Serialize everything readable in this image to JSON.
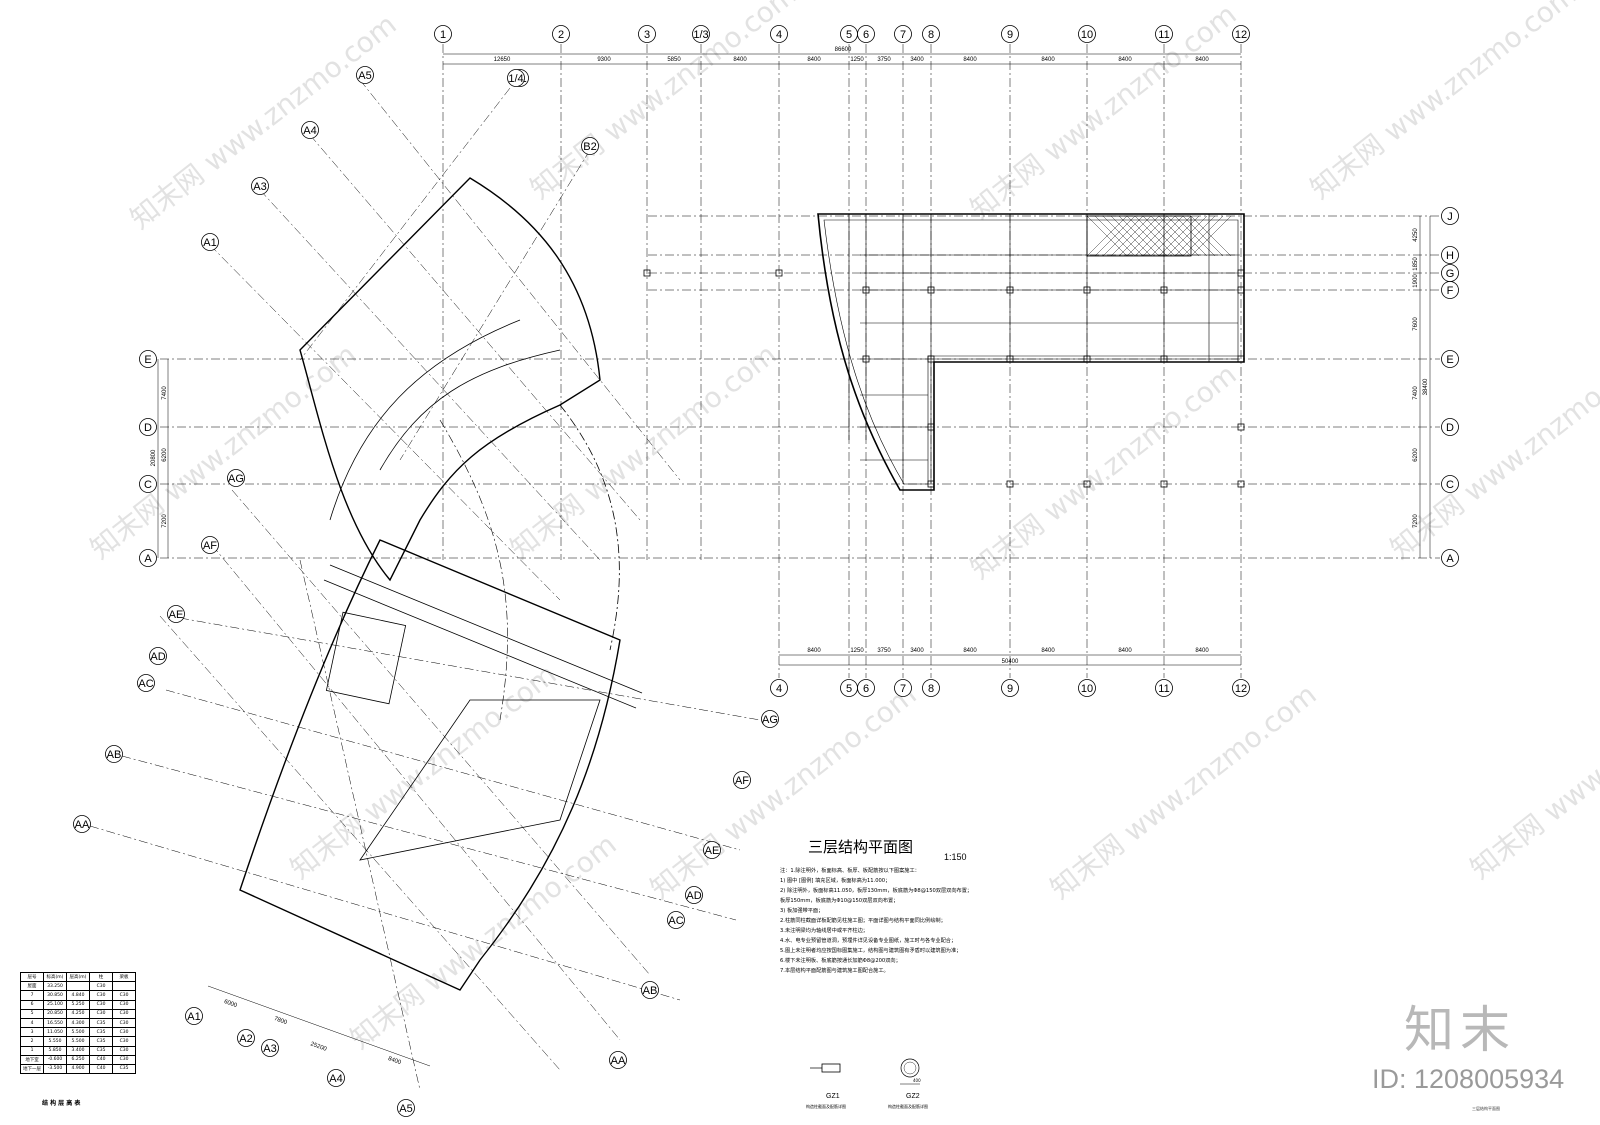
{
  "drawing": {
    "title": "三层结构平面图",
    "scale": "1:150",
    "corner_title": "三层结构平面图"
  },
  "axes": {
    "top_columns": [
      "1",
      "2",
      "3",
      "1/3",
      "4",
      "5",
      "6",
      "7",
      "8",
      "9",
      "10",
      "11",
      "12"
    ],
    "bottom_columns": [
      "4",
      "5",
      "6",
      "7",
      "8",
      "9",
      "10",
      "11",
      "12"
    ],
    "rows": [
      "J",
      "H",
      "G",
      "F",
      "E",
      "D",
      "C",
      "A"
    ],
    "left_rows": [
      "E",
      "D",
      "C",
      "A"
    ],
    "wing_upper": [
      "A5",
      "A4",
      "A3",
      "A1",
      "B1",
      "B2"
    ],
    "wing_lower_left": [
      "AF",
      "AE",
      "AD",
      "AC",
      "AB",
      "AA"
    ],
    "wing_lower_right": [
      "AG",
      "AF",
      "AE",
      "AD",
      "AC",
      "AB",
      "AA"
    ],
    "bottom_wing": [
      "A1",
      "A2",
      "A3",
      "A4",
      "A5"
    ],
    "misc": [
      "AG",
      "1/4"
    ]
  },
  "dimensions": {
    "top_total": "86600",
    "top_spans": [
      "12650",
      "9300",
      "5850",
      "8400",
      "8400",
      "1250",
      "3750",
      "3400",
      "8400",
      "8400",
      "8400",
      "8400"
    ],
    "bottom_total": "50400",
    "bottom_spans": [
      "8400",
      "1250",
      "3750",
      "3400",
      "8400",
      "8400",
      "8400",
      "8400"
    ],
    "right_total": "38400",
    "right_spans": [
      "4250",
      "1850",
      "1900",
      "7600",
      "7400",
      "6200",
      "7200"
    ],
    "left_total": "20800",
    "left_spans": [
      "7400",
      "6200",
      "7200"
    ],
    "wing_bottom_total": "25200",
    "wing_bottom_spans": [
      "6000",
      "7800",
      "8400"
    ]
  },
  "notes": [
    "注：1.除注明外，板面标高、板厚、板配筋按以下图案施工：",
    "1) 图中 [图例] 填充区域，板面标高为11.000；",
    "2) 除注明外，板面标高11.050，板厚130mm，板底筋为Φ8@150双层双向布置；",
    "板厚150mm，板底筋为Φ10@150双层双向布置；",
    "3) 板加强带平面；",
    "2.柱筋同柱截面详板配筋见柱施工图；平面详图与结构平面同比例绘制；",
    "3.未注明梁均为轴线居中或平齐柱边；",
    "4.水、电专业预留管道洞，预埋件详见设备专业图纸，施工时与各专业配合；",
    "5.图上未注明者均应按国标图集施工，结构图与建筑图有矛盾时以建筑图为准；",
    "6.楼下未注明板、板底筋按通长加筋Φ8@200双向；",
    "7.本层结构平面配筋图与建筑施工图配合施工。"
  ],
  "legend": {
    "caption": "结 构 层 高 表",
    "header": [
      "层号",
      "标高(m)",
      "层高(m)",
      "柱",
      "梁板"
    ],
    "rows": [
      [
        "屋面",
        "33.250",
        "",
        "C30",
        ""
      ],
      [
        "7",
        "30.850",
        "4.840",
        "C30",
        "C30"
      ],
      [
        "6",
        "25.100",
        "5.250",
        "C30",
        "C30"
      ],
      [
        "5",
        "20.850",
        "4.250",
        "C30",
        "C30"
      ],
      [
        "4",
        "16.550",
        "4.300",
        "C35",
        "C30"
      ],
      [
        "3",
        "11.050",
        "5.500",
        "C35",
        "C30"
      ],
      [
        "2",
        "5.550",
        "5.500",
        "C35",
        "C30"
      ],
      [
        "1",
        "5.850",
        "3.400",
        "C35",
        "C30"
      ],
      [
        "地下室",
        "-0.600",
        "6.250",
        "C40",
        "C30"
      ],
      [
        "地下一层",
        "-3.500",
        "4.900",
        "C40",
        "C35"
      ]
    ]
  },
  "details": {
    "gz1": "GZ1",
    "gz2": "GZ2",
    "gz1_note": "构造柱截面及配筋详图",
    "gz2_note": "构造柱截面及配筋详图",
    "gz2_dim": "400"
  },
  "watermark": {
    "brand": "知末",
    "id": "ID: 1208005934",
    "repeat": "知末网 www.znzmo.com"
  }
}
